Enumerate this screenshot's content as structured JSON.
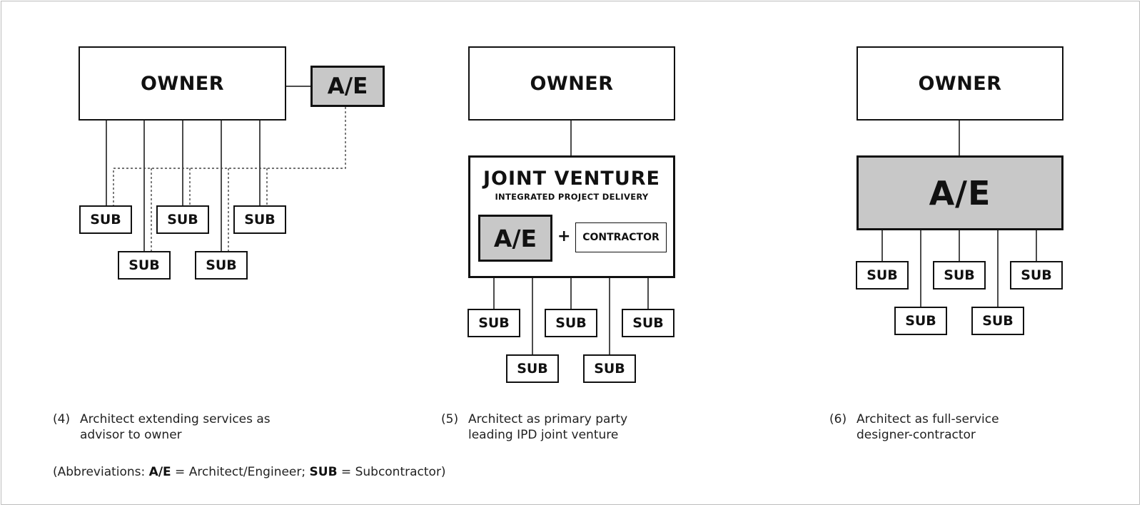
{
  "diagrams": [
    {
      "owner_label": "OWNER",
      "ae_label": "A/E",
      "sub_labels": [
        "SUB",
        "SUB",
        "SUB",
        "SUB",
        "SUB"
      ],
      "caption_number": "(4)",
      "caption_lines": [
        "Architect extending services as",
        "advisor to owner"
      ]
    },
    {
      "owner_label": "OWNER",
      "jv_title": "JOINT VENTURE",
      "jv_subtitle": "INTEGRATED PROJECT DELIVERY",
      "ae_label": "A/E",
      "plus": "+",
      "contractor_label": "CONTRACTOR",
      "sub_labels": [
        "SUB",
        "SUB",
        "SUB",
        "SUB",
        "SUB"
      ],
      "caption_number": "(5)",
      "caption_lines": [
        "Architect as primary party",
        "leading IPD joint venture"
      ]
    },
    {
      "owner_label": "OWNER",
      "ae_label": "A/E",
      "sub_labels": [
        "SUB",
        "SUB",
        "SUB",
        "SUB",
        "SUB"
      ],
      "caption_number": "(6)",
      "caption_lines": [
        "Architect as full-service",
        "designer-contractor"
      ]
    }
  ],
  "abbreviations": {
    "open": "(Abbreviations: ",
    "ae_term": "A/E",
    "ae_def": " = Architect/Engineer; ",
    "sub_term": "SUB",
    "sub_def": " = Subcontractor)"
  }
}
